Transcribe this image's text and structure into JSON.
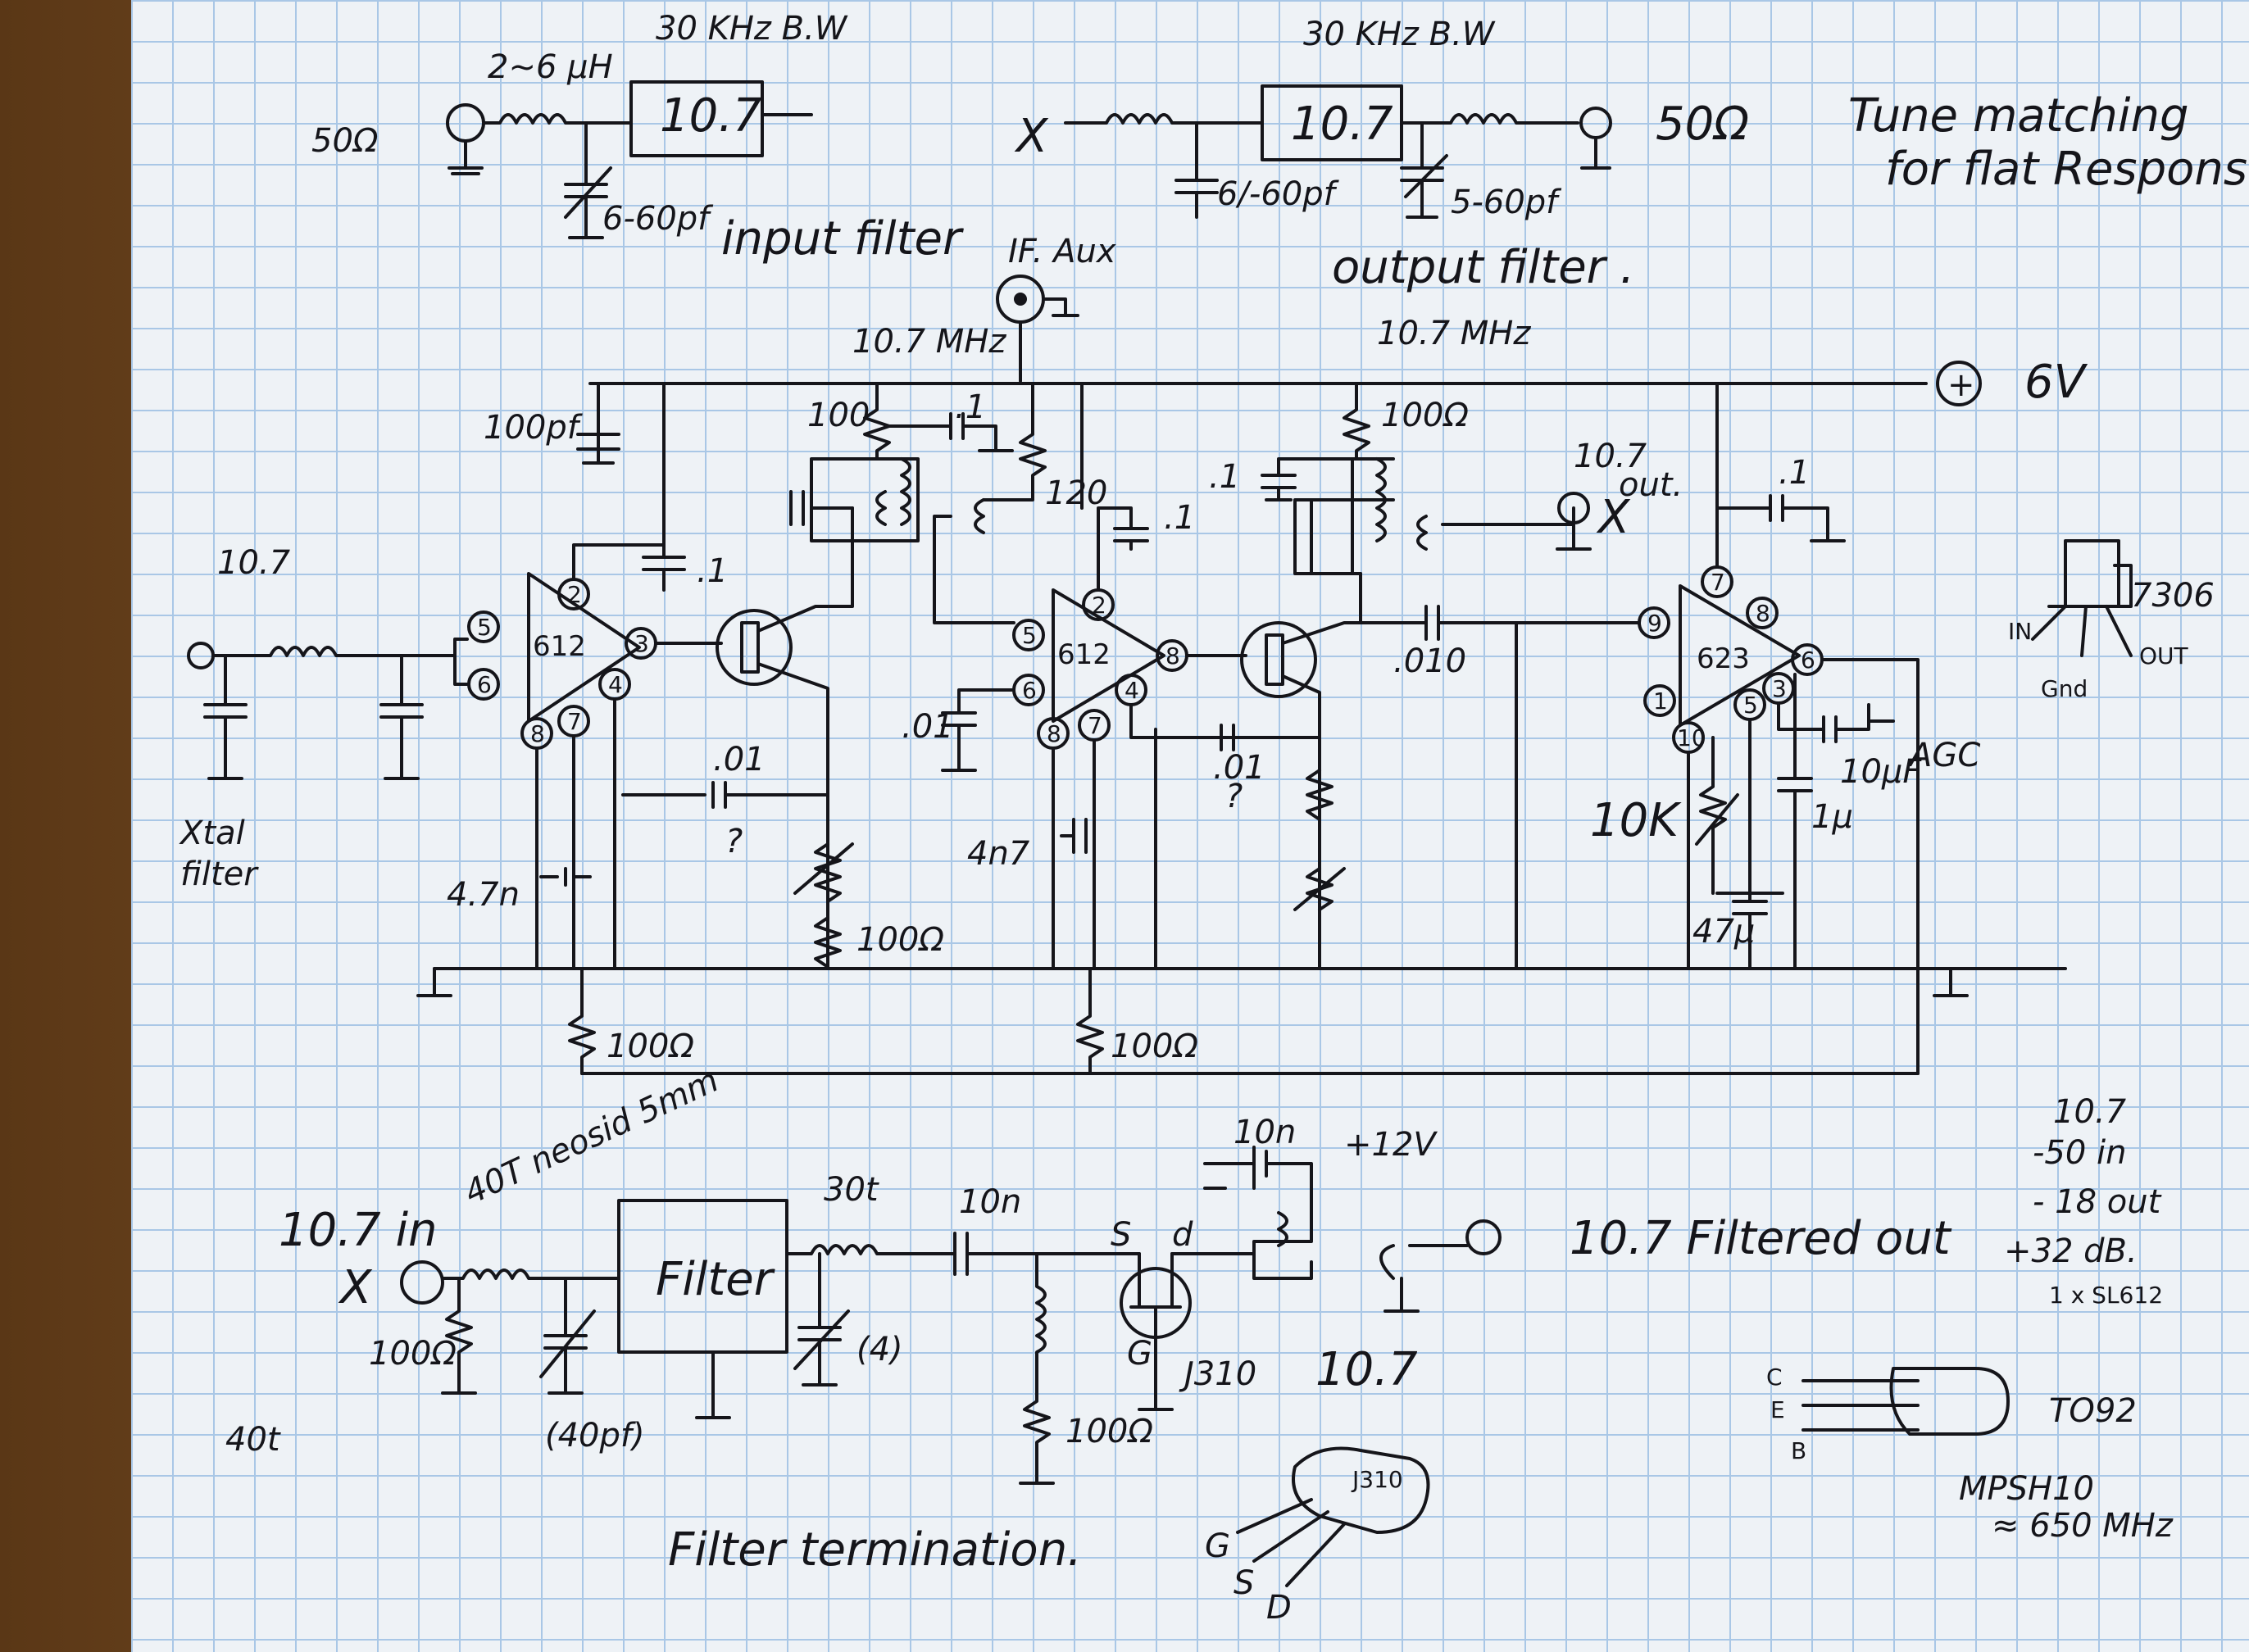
{
  "top_left_filter": {
    "bandwidth": "30 KHz B.W",
    "inductor": "2~6 µH",
    "impedance": "50Ω",
    "filter_block": "10.7",
    "trimmer": "6-60pf",
    "caption": "input filter"
  },
  "top_right_filter": {
    "bandwidth": "30 KHz B.W",
    "filter_block": "10.7",
    "cap_left": "6/-60pf",
    "trimmer": "5-60pf",
    "impedance": "50Ω",
    "caption": "output filter .",
    "freq": "10.7 MHz",
    "note_line1": "Tune matching",
    "note_line2": "for flat Response."
  },
  "amplifier": {
    "if_aux": "IF. Aux",
    "freq_label": "10.7 MHz",
    "supply": "6V",
    "plus": "+",
    "xtal_freq": "10.7",
    "xtal_caption_1": "Xtal",
    "xtal_caption_2": "filter",
    "ic1": "612",
    "ic2": "612",
    "ic3": "623",
    "c_100p": "100pf",
    "c_01": ".1",
    "c_01b": ".1",
    "c_01c": ".1",
    "c_01d": ".1",
    "c_001": ".01",
    "c_001b": ".01",
    "c_001c": ".01",
    "c_010": ".010",
    "r_100": "100",
    "r_100b": "100Ω",
    "r_120": "120",
    "r_100_pot": "100Ω",
    "c_47n": "4.7n",
    "c_47n_b": "4n7",
    "r_100_bot1": "100Ω",
    "r_100_bot2": "100Ω",
    "out_label_1": "10.7",
    "out_label_2": "out.",
    "x": "X",
    "r_10k": "10K",
    "c_10u": "10µF",
    "agc": "AGC",
    "c_1u": "1µ",
    "c_47u": "47µ",
    "q": "?",
    "pins": {
      "ic1": [
        "2",
        "5",
        "6",
        "3",
        "4",
        "8",
        "7"
      ],
      "ic2": [
        "2",
        "5",
        "6",
        "8",
        "4",
        "8",
        "7"
      ],
      "ic3": [
        "7",
        "8",
        "9",
        "6",
        "3",
        "1",
        "10",
        "5"
      ]
    }
  },
  "side_notes": {
    "part": "7306",
    "out": "OUT",
    "in": "IN",
    "gnd": "Gnd",
    "levels": [
      "10.7",
      "-50 in",
      "- 18 out",
      "+32 dB.",
      "1 x SL612"
    ]
  },
  "bottom": {
    "in_label": "10.7 in",
    "x": "X",
    "inductor_note": "40T neosid 5mm",
    "r_in": "100Ω",
    "c_var": "(40pf)",
    "filter": "Filter",
    "l2": "30t",
    "c_var2": "(4)",
    "c_10n": "10n",
    "c_10n_b": "10n",
    "supply": "+12V",
    "s": "S",
    "d": "d",
    "g": "G",
    "fet": "J310",
    "freq": "10.7",
    "r_100": "100Ω",
    "out_text": "10.7 Filtered out",
    "caption": "Filter termination.",
    "turns": "40t",
    "fet_pin_g": "G",
    "fet_pin_s": "S",
    "fet_pin_d": "D",
    "fet_body": "J310"
  },
  "transistor_notes": {
    "c": "C",
    "e": "E",
    "b": "B",
    "pkg": "TO92",
    "part": "MPSH10",
    "ft": "≈ 650 MHz"
  }
}
